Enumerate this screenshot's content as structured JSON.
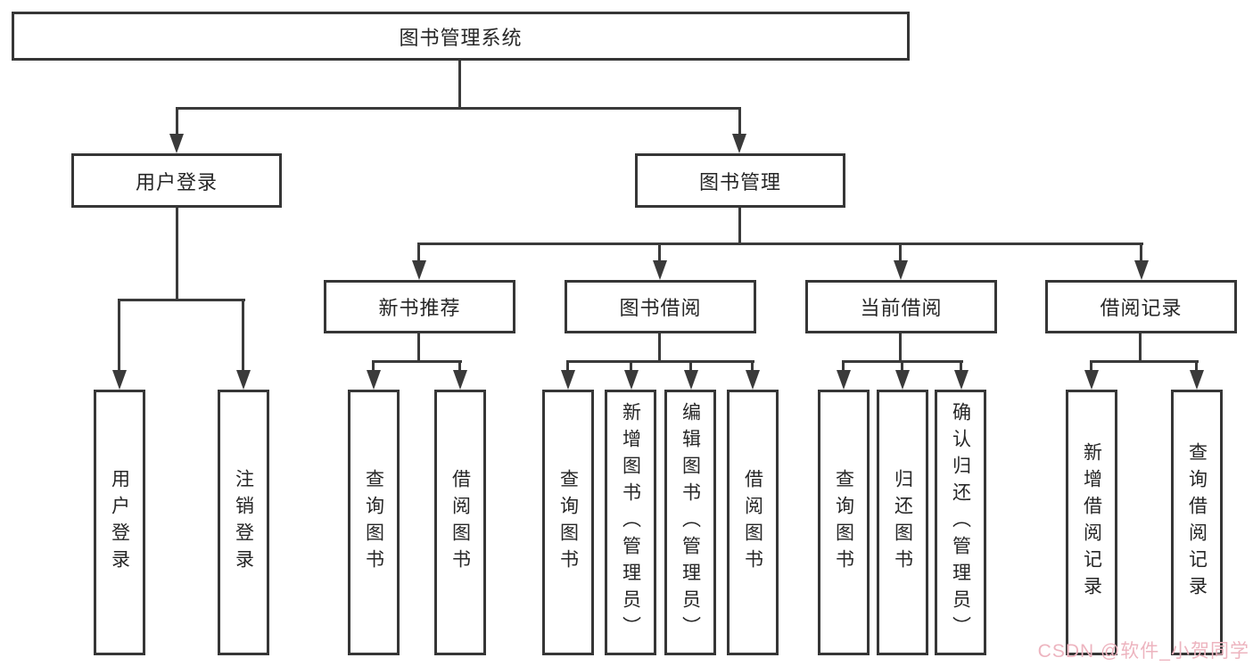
{
  "diagram": {
    "type": "hierarchy-tree",
    "line_color": "#3a3a3a",
    "box_border_color": "#363636",
    "text_color": "#262626",
    "root": {
      "label": "图书管理系统",
      "children": [
        {
          "label": "用户登录",
          "children": [
            {
              "label": "用户登录"
            },
            {
              "label": "注销登录"
            }
          ]
        },
        {
          "label": "图书管理",
          "children": [
            {
              "label": "新书推荐",
              "children": [
                {
                  "label": "查询图书"
                },
                {
                  "label": "借阅图书"
                }
              ]
            },
            {
              "label": "图书借阅",
              "children": [
                {
                  "label": "查询图书"
                },
                {
                  "label": "新增图书（管理员）"
                },
                {
                  "label": "编辑图书（管理员）"
                },
                {
                  "label": "借阅图书"
                }
              ]
            },
            {
              "label": "当前借阅",
              "children": [
                {
                  "label": "查询图书"
                },
                {
                  "label": "归还图书"
                },
                {
                  "label": "确认归还（管理员）"
                }
              ]
            },
            {
              "label": "借阅记录",
              "children": [
                {
                  "label": "新增借阅记录"
                },
                {
                  "label": "查询借阅记录"
                }
              ]
            }
          ]
        }
      ]
    }
  },
  "watermark": {
    "text": "CSDN @软件_小贺同学",
    "color": "#edb4bf"
  }
}
